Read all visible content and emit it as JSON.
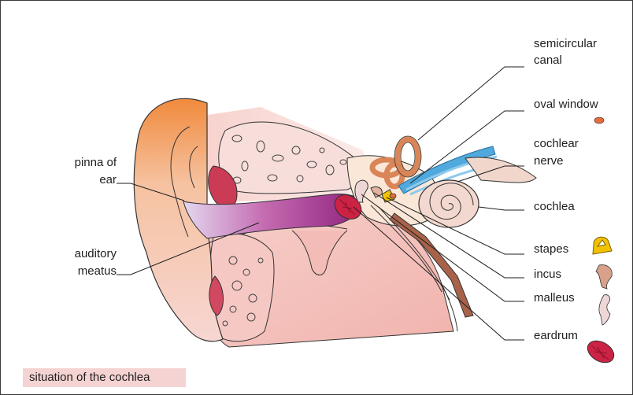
{
  "labels": {
    "semicircular_canal_line1": "semicircular",
    "semicircular_canal_line2": "canal",
    "oval_window": "oval window",
    "cochlear_nerve_line1": "cochlear",
    "cochlear_nerve_line2": "nerve",
    "cochlea": "cochlea",
    "stapes": "stapes",
    "incus": "incus",
    "malleus": "malleus",
    "eardrum": "eardrum",
    "pinna_line1": "pinna of",
    "pinna_line2": "ear",
    "auditory_meatus_line1": "auditory",
    "auditory_meatus_line2": "meatus"
  },
  "caption": "situation of the cochlea",
  "colors": {
    "skin": "#f4c9c4",
    "pinna_highlight": "#f08a3c",
    "ear_canal": "#9a2d83",
    "eardrum": "#cc2244",
    "ossicle_stapes": "#f2c200",
    "cochlea": "#f3d8cf",
    "semicircular_canal": "#e89b72",
    "nerve": "#4fa9dc",
    "caption_bg": "#f6d3d3"
  }
}
